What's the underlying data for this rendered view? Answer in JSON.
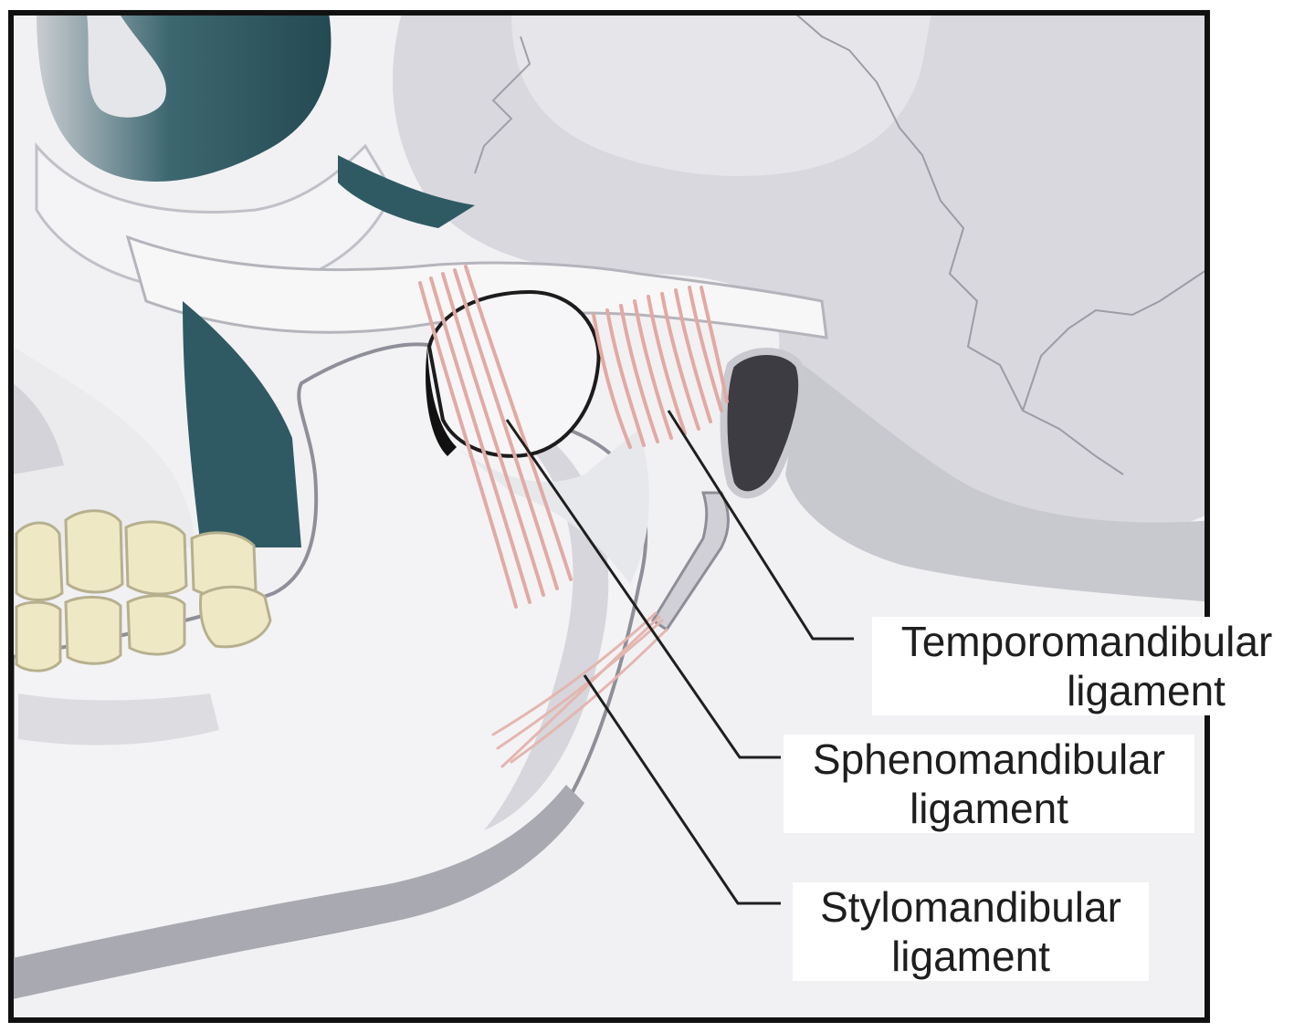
{
  "labels": {
    "temporomandibular": {
      "line1": "Temporomandibular",
      "line2": "ligament"
    },
    "sphenomandibular": {
      "line1": "Sphenomandibular",
      "line2": "ligament"
    },
    "stylomandibular": {
      "line1": "Stylomandibular",
      "line2": "ligament"
    }
  },
  "colors": {
    "bone_light": "#f1f1f4",
    "bone_mid": "#d2d2d8",
    "bone_shadow": "#a9a9b2",
    "cavity_teal": "#2f5a63",
    "tooth": "#efe8c4",
    "ligament": "#e8b1ac",
    "frame": "#111111"
  }
}
